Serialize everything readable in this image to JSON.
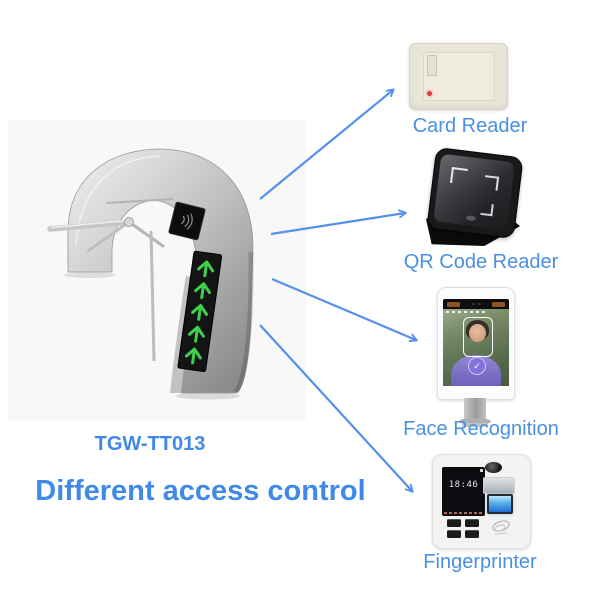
{
  "product": {
    "model": "TGW-TT013",
    "caption": "Different access control"
  },
  "devices": [
    {
      "id": "card-reader",
      "label": "Card Reader"
    },
    {
      "id": "qr-code-reader",
      "label": "QR Code Reader"
    },
    {
      "id": "face-recognition",
      "label": "Face Recognition"
    },
    {
      "id": "fingerprinter",
      "label": "Fingerprinter",
      "screen_time": "18:46"
    }
  ],
  "colors": {
    "arrow_blue": "#5490ec",
    "label_blue": "#4a90e2",
    "heading_blue": "#4189e8",
    "led_green": "#3ed14e"
  }
}
